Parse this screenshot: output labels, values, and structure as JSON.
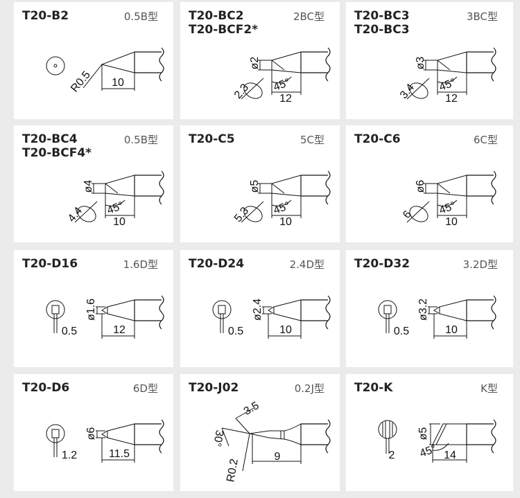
{
  "cards": [
    {
      "title": [
        "T20-B2"
      ],
      "type": "0.5B型",
      "kind": "B",
      "dims": [
        "R0.5",
        "10"
      ]
    },
    {
      "title": [
        "T20-BC2",
        "T20-BCF2*"
      ],
      "type": "2BC型",
      "kind": "BC",
      "dims": [
        "ø2",
        "2.3",
        "45°",
        "12"
      ]
    },
    {
      "title": [
        "T20-BC3",
        "T20-BC3"
      ],
      "type": "3BC型",
      "kind": "BC",
      "dims": [
        "ø3",
        "3.4",
        "45°",
        "12"
      ]
    },
    {
      "title": [
        "T20-BC4",
        "T20-BCF4*"
      ],
      "type": "0.5B型",
      "kind": "BC",
      "dims": [
        "ø4",
        "4.4",
        "45°",
        "10"
      ]
    },
    {
      "title": [
        "T20-C5"
      ],
      "type": "5C型",
      "kind": "BC",
      "dims": [
        "ø5",
        "5.3",
        "45°",
        "10"
      ]
    },
    {
      "title": [
        "T20-C6"
      ],
      "type": "6C型",
      "kind": "BC",
      "dims": [
        "ø6",
        "6",
        "45°",
        "10"
      ]
    },
    {
      "title": [
        "T20-D16"
      ],
      "type": "1.6D型",
      "kind": "D",
      "dims": [
        "ø1.6",
        "0.5",
        "12"
      ]
    },
    {
      "title": [
        "T20-D24"
      ],
      "type": "2.4D型",
      "kind": "D",
      "dims": [
        "ø2.4",
        "0.5",
        "10"
      ]
    },
    {
      "title": [
        "T20-D32"
      ],
      "type": "3.2D型",
      "kind": "D",
      "dims": [
        "ø3.2",
        "0.5",
        "10"
      ]
    },
    {
      "title": [
        "T20-D6"
      ],
      "type": "6D型",
      "kind": "D",
      "dims": [
        "ø6",
        "1.2",
        "11.5"
      ]
    },
    {
      "title": [
        "T20-J02"
      ],
      "type": "0.2J型",
      "kind": "J",
      "dims": [
        "3.5",
        "30°",
        "R0.2",
        "9"
      ]
    },
    {
      "title": [
        "T20-K"
      ],
      "type": "K型",
      "kind": "K",
      "dims": [
        "ø5",
        "2",
        "45°",
        "14"
      ]
    }
  ]
}
